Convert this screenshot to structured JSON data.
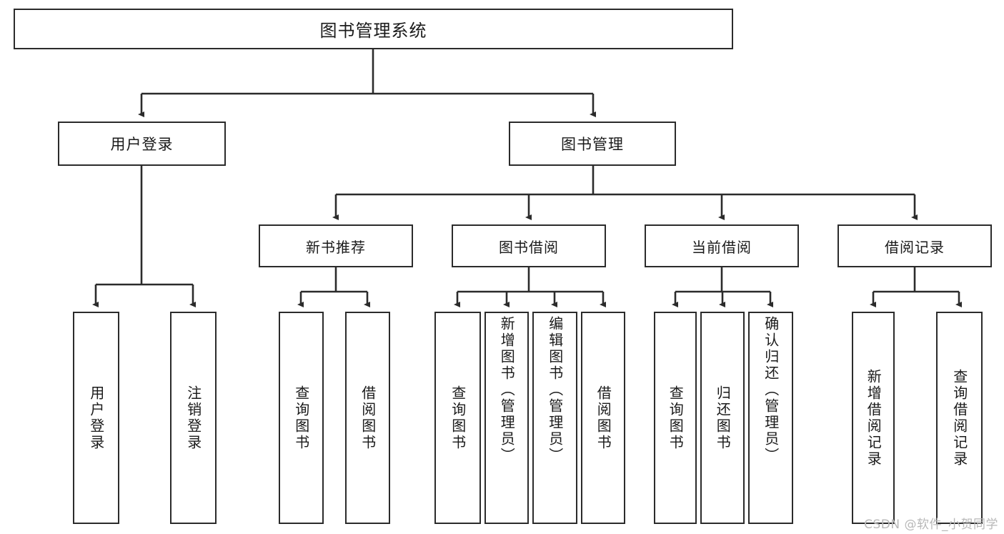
{
  "diagram": {
    "title_node": {
      "label": "图书管理系统"
    },
    "watermark": "CSDN @软件_小贺同学",
    "line_color": "#2b2b2b",
    "box_border_color": "#2b2b2b",
    "background": "#ffffff",
    "level2": [
      {
        "label": "用户登录"
      },
      {
        "label": "图书管理"
      }
    ],
    "level3": [
      {
        "label": "新书推荐"
      },
      {
        "label": "图书借阅"
      },
      {
        "label": "当前借阅"
      },
      {
        "label": "借阅记录"
      }
    ],
    "leaves": {
      "user_login": [
        {
          "label": "用户登录"
        },
        {
          "label": "注销登录"
        }
      ],
      "new_book_recommend": [
        {
          "label": "查询图书"
        },
        {
          "label": "借阅图书"
        }
      ],
      "book_borrow": [
        {
          "label": "查询图书"
        },
        {
          "label": "新增图书（管理员）"
        },
        {
          "label": "编辑图书（管理员）"
        },
        {
          "label": "借阅图书"
        }
      ],
      "current_borrow": [
        {
          "label": "查询图书"
        },
        {
          "label": "归还图书"
        },
        {
          "label": "确认归还（管理员）"
        }
      ],
      "borrow_record": [
        {
          "label": "新增借阅记录"
        },
        {
          "label": "查询借阅记录"
        }
      ]
    }
  }
}
